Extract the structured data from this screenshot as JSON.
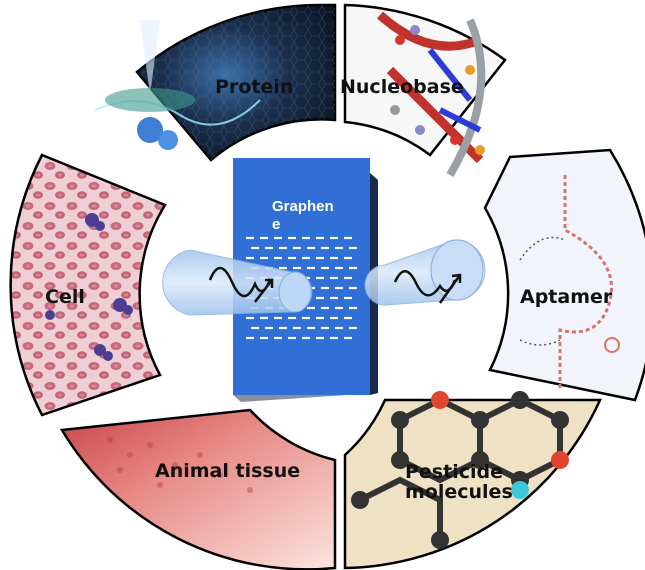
{
  "center": {
    "label_line1": "Graphen",
    "label_line2": "e",
    "panel_color": "#2f6fd6",
    "wave_color": "#111111"
  },
  "segments": [
    {
      "id": "protein",
      "label": "Protein",
      "color": "#1c2c44"
    },
    {
      "id": "nucleobase",
      "label": "Nucleobase",
      "color": "#f4f4f4"
    },
    {
      "id": "aptamer",
      "label": "Aptamer",
      "color": "#f1f4fb"
    },
    {
      "id": "pesticide",
      "label_line1": "Pesticide",
      "label_line2": "molecules",
      "color": "#efe1c4"
    },
    {
      "id": "animal-tissue",
      "label": "Animal tissue",
      "color": "#f0b8b2"
    },
    {
      "id": "cell",
      "label": "Cell",
      "color": "#edc6cf"
    }
  ]
}
